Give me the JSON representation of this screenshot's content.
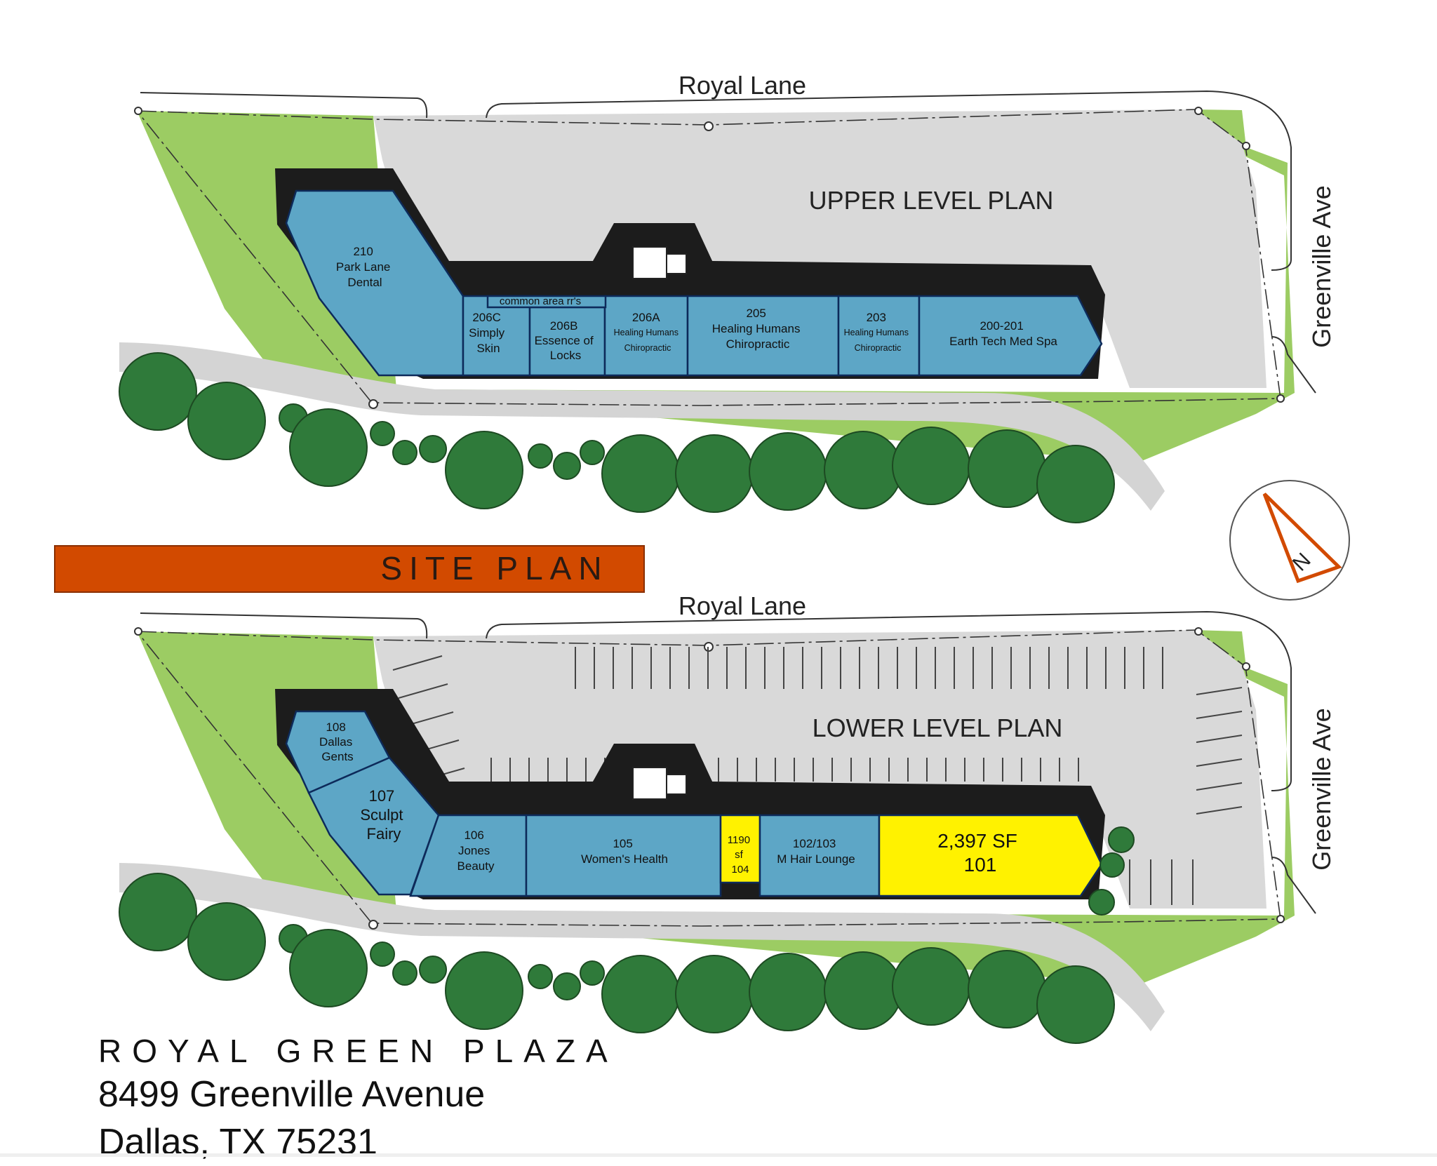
{
  "streets": {
    "north": "Royal Lane",
    "east": "Greenville Ave"
  },
  "banner": {
    "label": "SITE PLAN",
    "color": "#d24a00"
  },
  "compass": {
    "label": "N"
  },
  "upper_level": {
    "title": "UPPER LEVEL PLAN",
    "common_area": "common area rr's",
    "suites": [
      {
        "lines": [
          "210",
          "Park Lane",
          "Dental"
        ]
      },
      {
        "lines": [
          "206C",
          "Simply",
          "Skin"
        ]
      },
      {
        "lines": [
          "206B",
          "Essence of",
          "Locks"
        ]
      },
      {
        "lines": [
          "206A",
          "Healing Humans",
          "Chiropractic"
        ]
      },
      {
        "lines": [
          "205",
          "Healing Humans",
          "Chiropractic"
        ]
      },
      {
        "lines": [
          "203",
          "Healing Humans",
          "Chiropractic"
        ]
      },
      {
        "lines": [
          "200-201",
          "Earth Tech Med Spa"
        ]
      }
    ]
  },
  "lower_level": {
    "title": "LOWER LEVEL PLAN",
    "suites": [
      {
        "lines": [
          "108",
          "Dallas",
          "Gents"
        ]
      },
      {
        "lines": [
          "107",
          "Sculpt",
          "Fairy"
        ]
      },
      {
        "lines": [
          "106",
          "Jones",
          "Beauty"
        ]
      },
      {
        "lines": [
          "105",
          "Women's Health"
        ]
      },
      {
        "lines": [
          "1190",
          "sf",
          "104"
        ],
        "available": true
      },
      {
        "lines": [
          "102/103",
          "M Hair Lounge"
        ]
      },
      {
        "lines": [
          "2,397 SF",
          "101"
        ],
        "available": true
      }
    ]
  },
  "colors": {
    "suite": "#5da6c6",
    "available": "#fff200",
    "lawn": "#9ccc63",
    "trees": "#2f7a3a"
  },
  "property": {
    "name": "ROYAL GREEN PLAZA",
    "address_line1": "8499 Greenville Avenue",
    "address_line2": "Dallas, TX 75231"
  }
}
